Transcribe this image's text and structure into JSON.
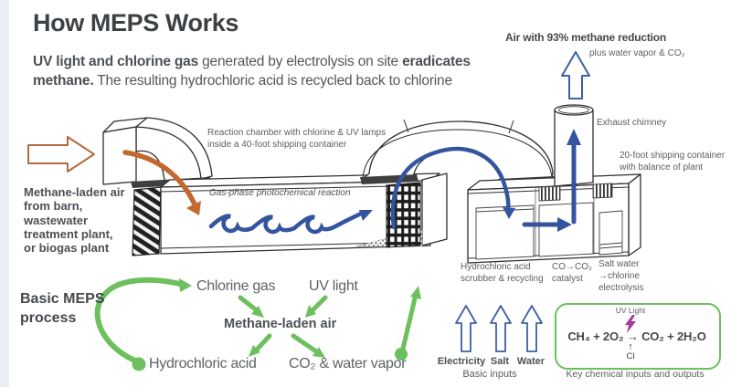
{
  "header": {
    "title": "How MEPS Works",
    "intro": {
      "bold1": "UV light and chlorine gas",
      "normal1": " generated by electrolysis on site ",
      "bold2": "eradicates",
      "bold3": "methane.",
      "normal2": " The resulting hydrochloric acid is recycled back to chlorine"
    }
  },
  "output": {
    "heading": "Air with 93% methane reduction",
    "subtext": "plus water vapor & CO₂"
  },
  "diagram": {
    "input_source": "Methane-laden air\nfrom barn,\nwastewater\ntreatment plant,\nor biogas plant",
    "reaction_chamber": "Reaction chamber with chlorine & UV lamps\ninside a 40-foot shipping container",
    "gas_phase": "Gas-phase photochemical reaction",
    "exhaust": "Exhaust chimney",
    "container20": "20-foot shipping container\nwith balance of plant",
    "scrubber": "Hydrochloric acid\nscrubber & recycling",
    "catalyst": "CO→CO₂\ncatalyst",
    "electrolysis": "Salt water\n→chlorine\nelectrolysis"
  },
  "process": {
    "label": "Basic MEPS\nprocess",
    "chlorine": "Chlorine gas",
    "uv": "UV light",
    "methane": "Methane-laden air",
    "hcl": "Hydrochloric acid",
    "co2": "CO₂ & water vapor"
  },
  "inputs": {
    "electricity": "Electricity",
    "salt": "Salt",
    "water": "Water",
    "caption": "Basic inputs"
  },
  "chem": {
    "uv_label": "UV Light",
    "equation": "CH₄ + 2O₂ → CO₂ + 2H₂O",
    "arrow_up": "↑",
    "cl": "Cl",
    "caption": "Key chemical inputs and outputs"
  },
  "colors": {
    "green": "#6cc05e",
    "blue_fill": "#34549e",
    "blue_outline": "#3d5fa8",
    "orange_fill": "#c2692f",
    "orange_outline": "#b5693f",
    "purple": "#a43a9a",
    "text_dark": "#3c4145",
    "text_gray": "#54585c"
  }
}
